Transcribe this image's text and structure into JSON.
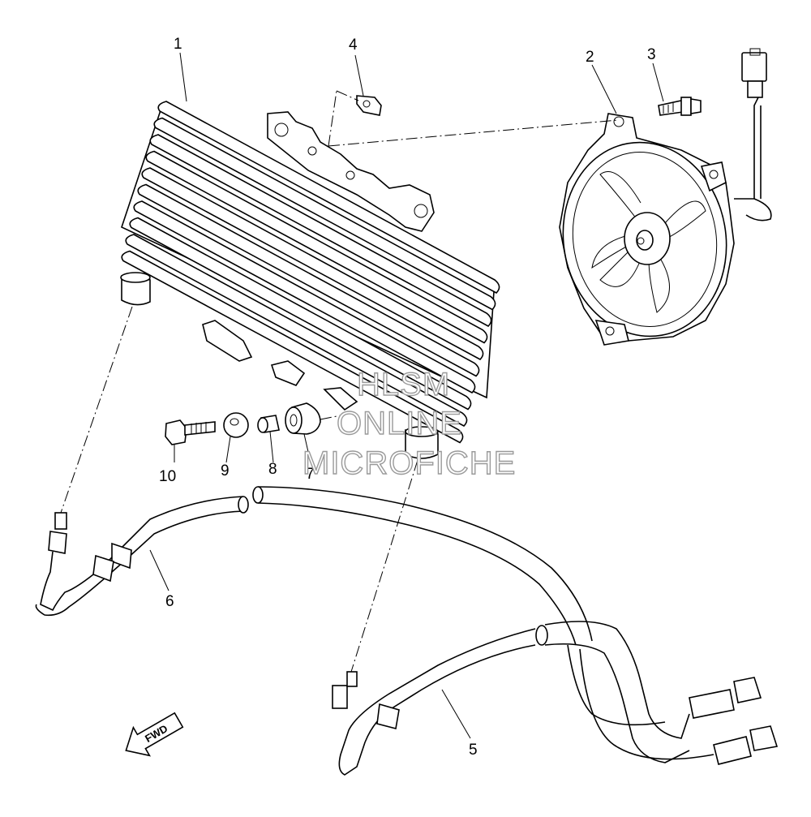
{
  "diagram": {
    "labels": [
      {
        "id": "1",
        "text": "1"
      },
      {
        "id": "2",
        "text": "2"
      },
      {
        "id": "3",
        "text": "3"
      },
      {
        "id": "4",
        "text": "4"
      },
      {
        "id": "5",
        "text": "5"
      },
      {
        "id": "6",
        "text": "6"
      },
      {
        "id": "7",
        "text": "7"
      },
      {
        "id": "8",
        "text": "8"
      },
      {
        "id": "9",
        "text": "9"
      },
      {
        "id": "10",
        "text": "10"
      }
    ],
    "fwd_label": "FWD",
    "watermark": [
      "HLSM",
      "ONLINE",
      "MICROFICHE"
    ]
  }
}
